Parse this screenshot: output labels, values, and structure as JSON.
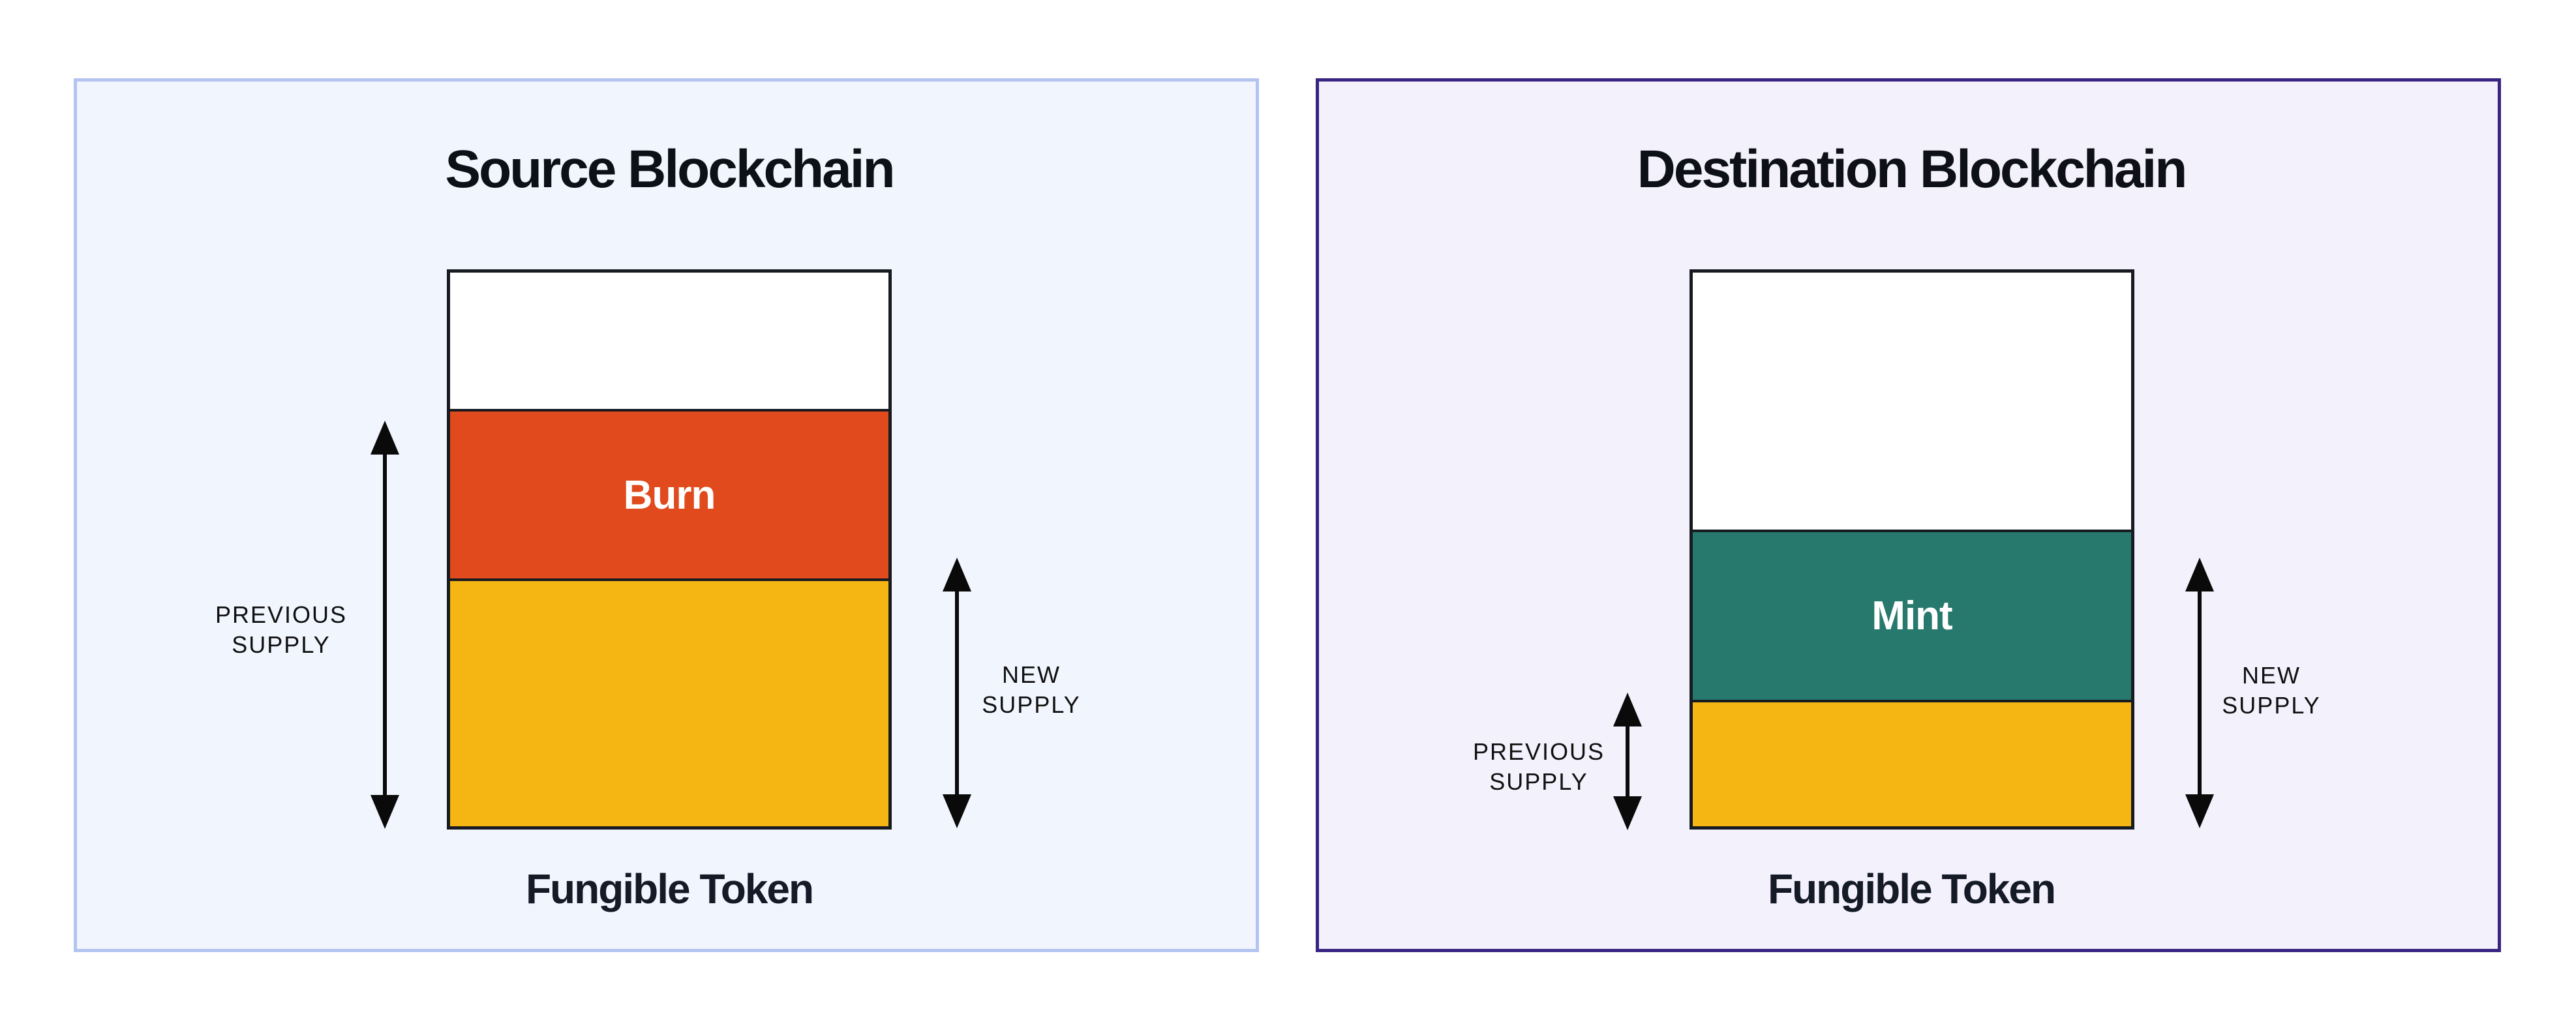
{
  "colors": {
    "page_bg": "#FFFFFF",
    "source_panel_bg": "#F1F5FD",
    "source_panel_border": "#B3C4F1",
    "dest_panel_bg": "#F3F1FB",
    "dest_panel_border": "#392581",
    "bar_border": "#171B21",
    "bar_empty": "#FFFFFF",
    "burn_orange": "#E04A1C",
    "mint_teal": "#26796C",
    "supply_yellow": "#F5B513",
    "arrow_black": "#0A0A0A",
    "title_text": "#0D1117"
  },
  "panels": [
    {
      "id": "source",
      "title": "Source Blockchain",
      "token_label": "Fungible Token",
      "bar": {
        "sections": [
          {
            "name": "empty-space",
            "label": "",
            "color": "#FFFFFF",
            "height_pct": "27.2"
          },
          {
            "name": "burn",
            "label": "Burn",
            "color": "#E04A1C",
            "height_pct": "24.0"
          },
          {
            "name": "remaining-supply",
            "label": "",
            "color": "#F5B513",
            "height_pct": "48.8"
          }
        ]
      },
      "previous_supply": {
        "line1": "PREVIOUS",
        "line2": "SUPPLY"
      },
      "new_supply": {
        "line1": "NEW",
        "line2": "SUPPLY"
      }
    },
    {
      "id": "destination",
      "title": "Destination Blockchain",
      "token_label": "Fungible Token",
      "bar": {
        "sections": [
          {
            "name": "empty-space",
            "label": "",
            "color": "#FFFFFF",
            "height_pct": "51.2"
          },
          {
            "name": "mint",
            "label": "Mint",
            "color": "#26796C",
            "height_pct": "24.1"
          },
          {
            "name": "previous-supply-portion",
            "label": "",
            "color": "#F5B513",
            "height_pct": "24.7"
          }
        ]
      },
      "previous_supply": {
        "line1": "PREVIOUS",
        "line2": "SUPPLY"
      },
      "new_supply": {
        "line1": "NEW",
        "line2": "SUPPLY"
      }
    }
  ]
}
